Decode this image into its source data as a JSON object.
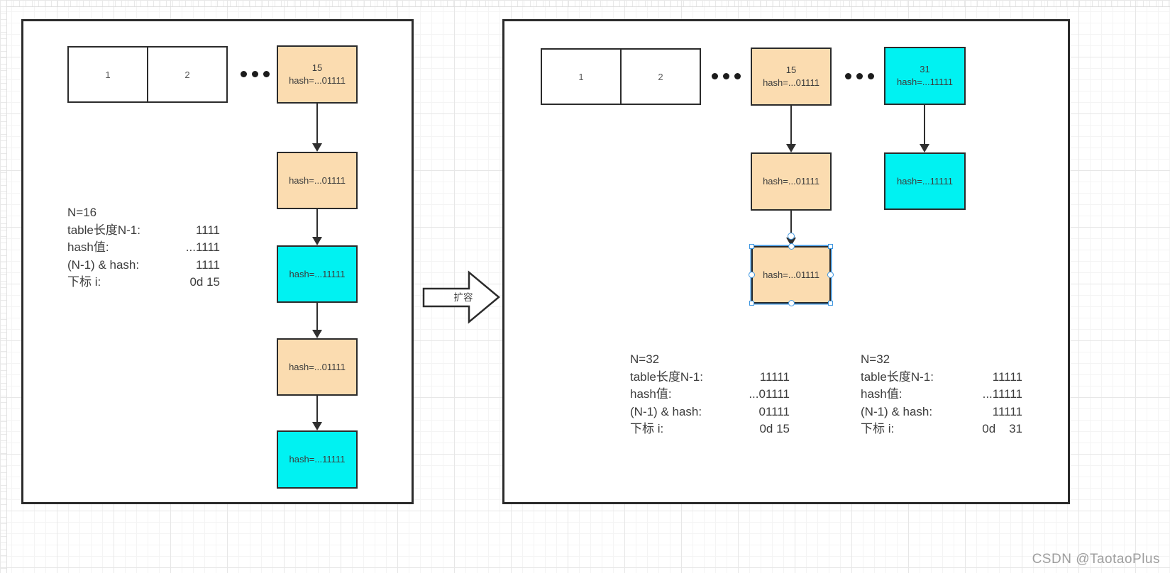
{
  "diagram": {
    "expand_arrow": {
      "label": "扩容"
    },
    "watermark": "CSDN @TaotaoPlus",
    "colors": {
      "node_tan": "#FBDCB0",
      "node_cyan": "#00F2F2",
      "selection_blue": "#3E96E0",
      "shape_border": "#2B2B2B"
    },
    "left": {
      "cells": [
        "1",
        "2"
      ],
      "bucket": {
        "index": "15",
        "hash": "hash=...01111"
      },
      "chain": [
        {
          "hash": "hash=...01111"
        },
        {
          "hash": "hash=...11111"
        },
        {
          "hash": "hash=...01111"
        },
        {
          "hash": "hash=...11111"
        }
      ],
      "info": {
        "title": "N=16",
        "rows": [
          {
            "label": "table长度N-1:",
            "value": "1111"
          },
          {
            "label": "hash值:",
            "value": "...1111"
          },
          {
            "label": "(N-1) & hash:",
            "value": "1111"
          },
          {
            "label": "下标 i:",
            "value": "0d 15"
          }
        ]
      }
    },
    "right": {
      "cells": [
        "1",
        "2"
      ],
      "bucket15": {
        "index": "15",
        "hash": "hash=...01111"
      },
      "bucket31": {
        "index": "31",
        "hash": "hash=...11111"
      },
      "chain15": [
        {
          "hash": "hash=...01111"
        },
        {
          "hash": "hash=...01111"
        }
      ],
      "chain31": [
        {
          "hash": "hash=...11111"
        }
      ],
      "info15": {
        "title": "N=32",
        "rows": [
          {
            "label": "table长度N-1:",
            "value": "11111"
          },
          {
            "label": "hash值:",
            "value": "...01111"
          },
          {
            "label": "(N-1) & hash:",
            "value": "01111"
          },
          {
            "label": "下标 i:",
            "value": "0d 15"
          }
        ]
      },
      "info31": {
        "title": "N=32",
        "rows": [
          {
            "label": "table长度N-1:",
            "value": "11111"
          },
          {
            "label": "hash值:",
            "value": "...11111"
          },
          {
            "label": "(N-1) & hash:",
            "value": "11111"
          },
          {
            "label": "下标 i:",
            "value": "0d    31"
          }
        ]
      }
    }
  }
}
